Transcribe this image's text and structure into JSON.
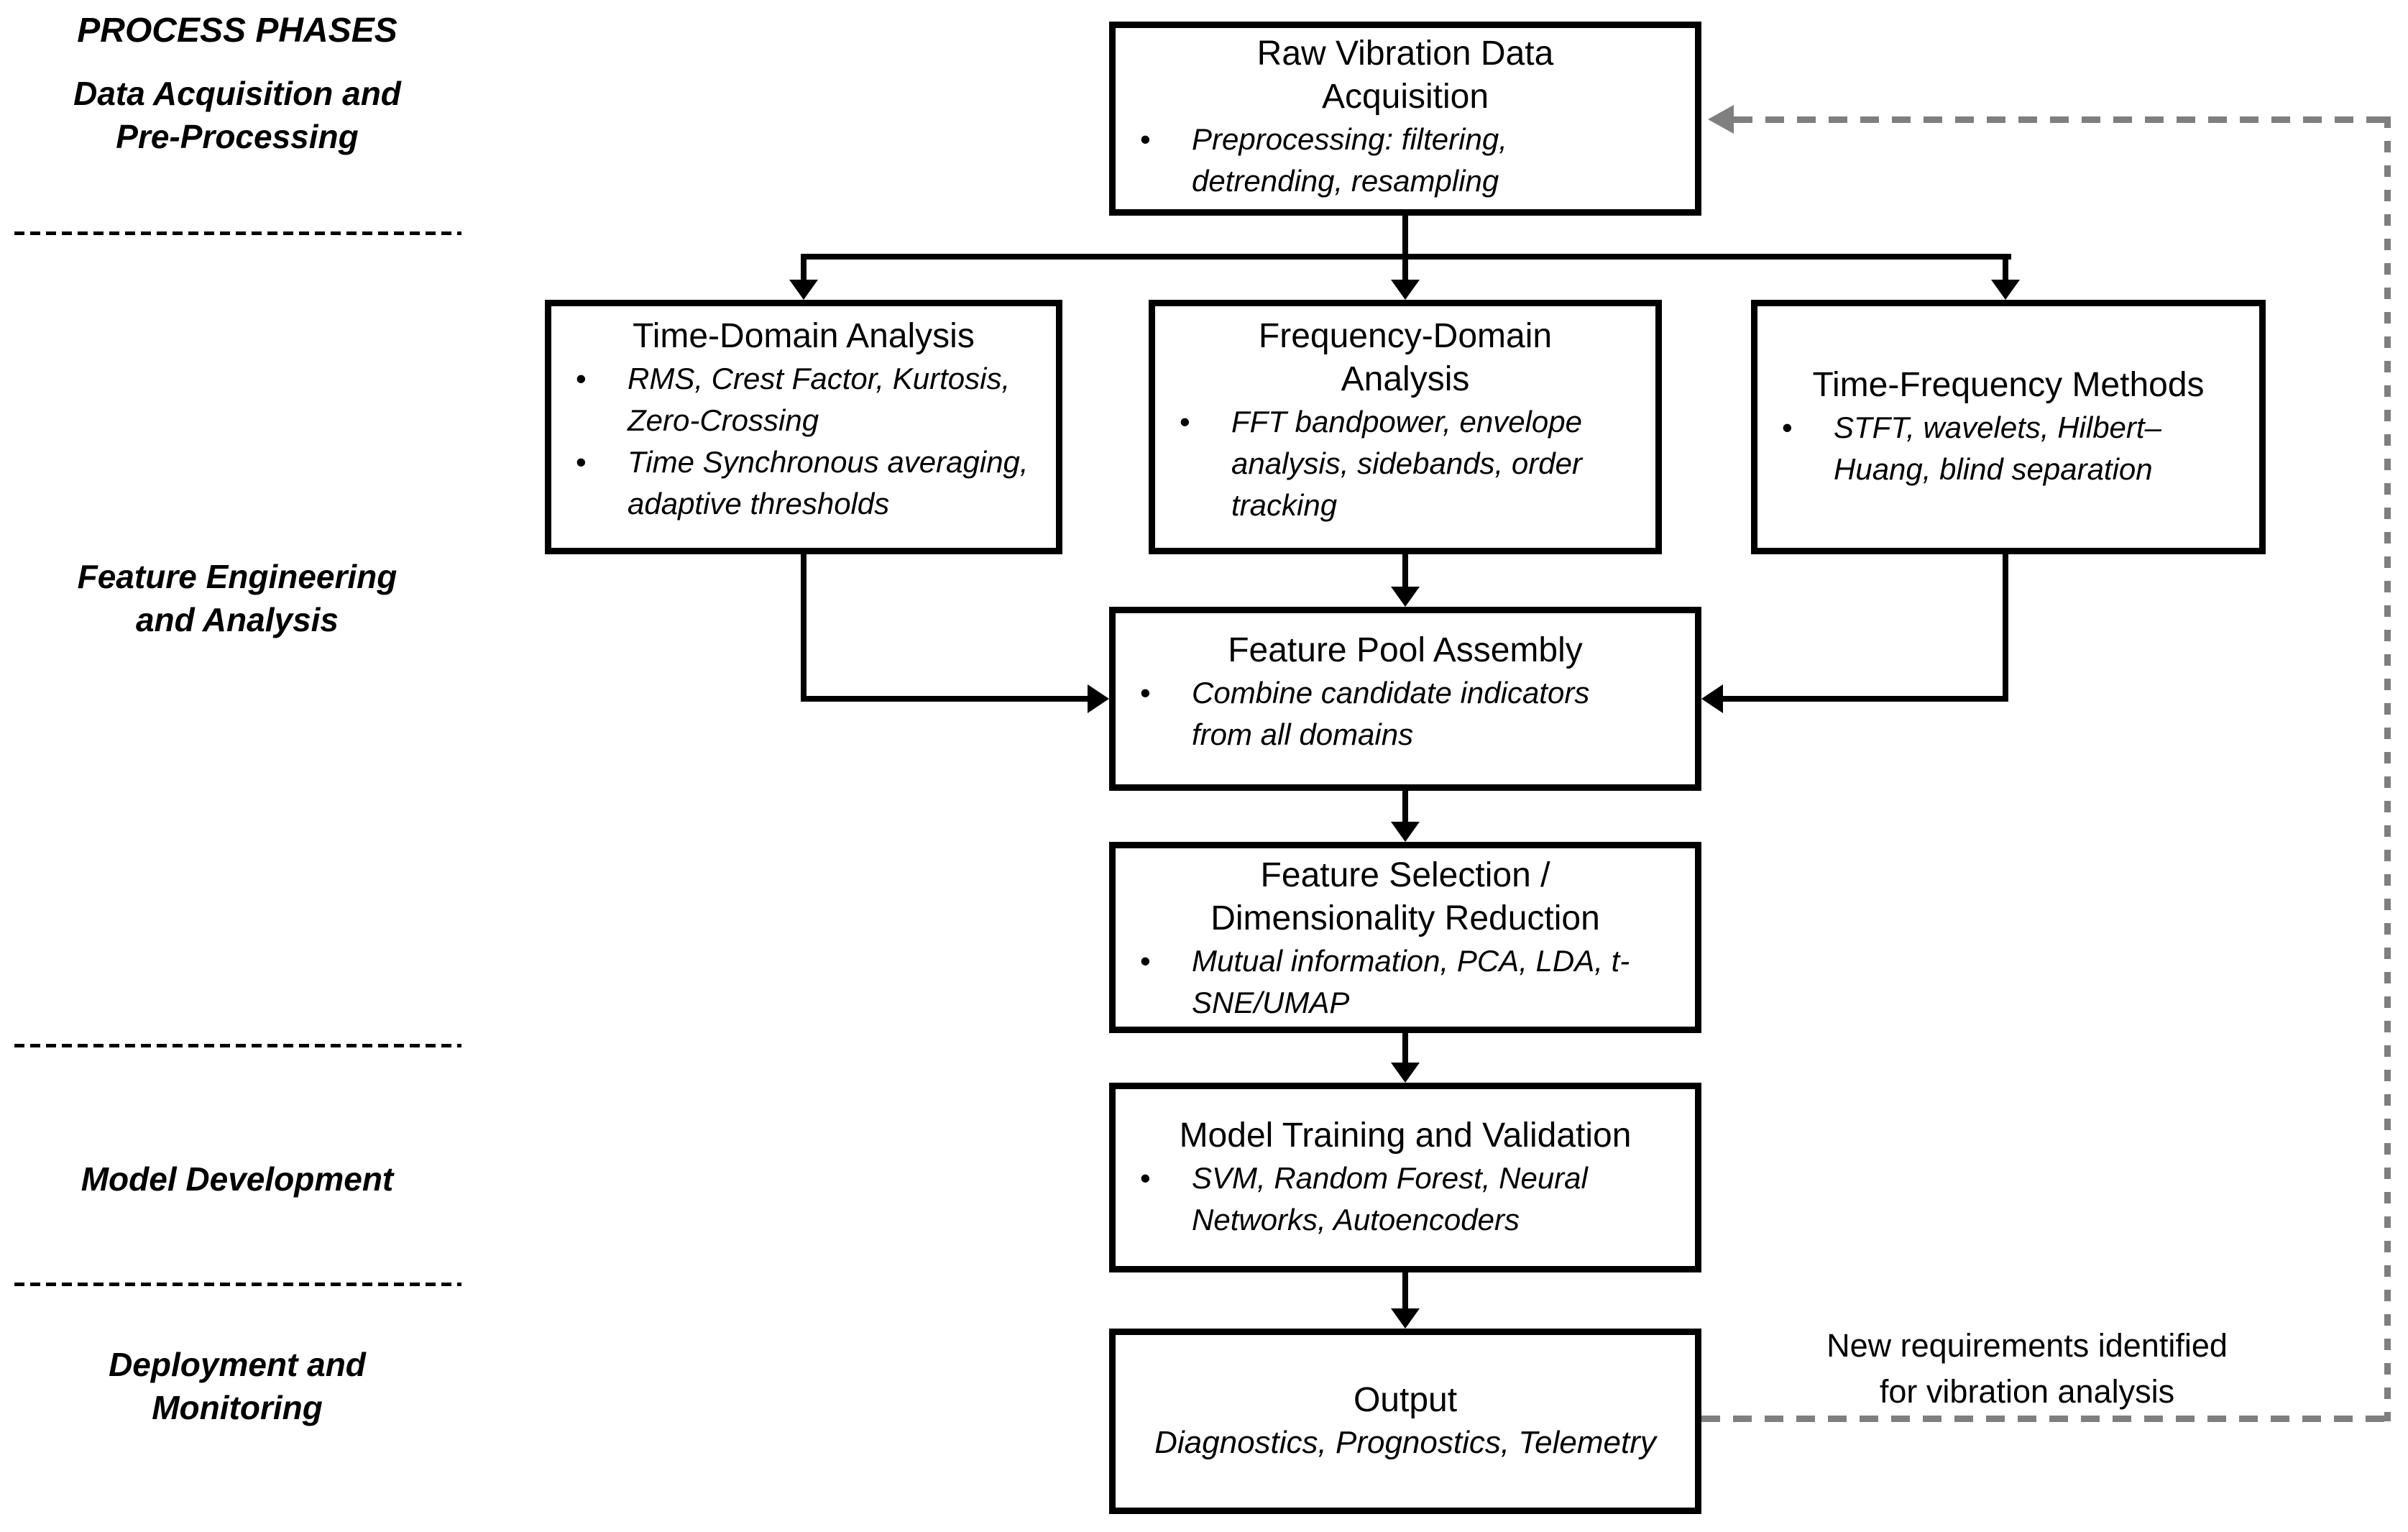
{
  "colors": {
    "line": "#000000",
    "feedback_line": "#7f7f7f",
    "background": "#ffffff",
    "text": "#000000"
  },
  "ui": {
    "bullet_marker": "•"
  },
  "left_panel": {
    "heading": "PROCESS PHASES",
    "phases": [
      {
        "label": "Data Acquisition and\nPre-Processing"
      },
      {
        "label": "Feature Engineering\nand Analysis"
      },
      {
        "label": "Model Development"
      },
      {
        "label": "Deployment and\nMonitoring"
      }
    ]
  },
  "boxes": {
    "raw": {
      "title": "Raw Vibration Data\nAcquisition",
      "bullets": [
        "Preprocessing: filtering,\ndetrending, resampling"
      ]
    },
    "time_domain": {
      "title": "Time-Domain Analysis",
      "bullets": [
        "RMS, Crest Factor, Kurtosis,\nZero-Crossing",
        "Time Synchronous averaging,\nadaptive thresholds"
      ]
    },
    "frequency_domain": {
      "title": "Frequency-Domain\nAnalysis",
      "bullets": [
        "FFT bandpower, envelope\nanalysis, sidebands, order\ntracking"
      ]
    },
    "time_frequency": {
      "title": "Time-Frequency Methods",
      "bullets": [
        "STFT, wavelets, Hilbert–\nHuang, blind separation"
      ]
    },
    "feature_pool": {
      "title": "Feature Pool Assembly",
      "bullets": [
        "Combine candidate indicators\nfrom all domains"
      ]
    },
    "feature_selection": {
      "title": "Feature Selection /\nDimensionality Reduction",
      "bullets": [
        "Mutual information, PCA, LDA, t-\nSNE/UMAP"
      ]
    },
    "model_training": {
      "title": "Model Training and Validation",
      "bullets": [
        "SVM, Random Forest, Neural\nNetworks, Autoencoders"
      ]
    },
    "output": {
      "title": "Output",
      "subtitle": "Diagnostics, Prognostics, Telemetry"
    }
  },
  "feedback": {
    "label": "New requirements identified\nfor vibration analysis"
  }
}
